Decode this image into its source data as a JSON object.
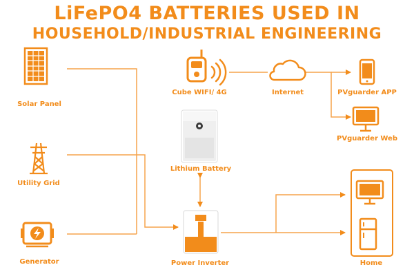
{
  "title": {
    "line1": "LiFePO4 BATTERIES USED IN",
    "line2": "HOUSEHOLD/INDUSTRIAL ENGINEERING"
  },
  "nodes": {
    "solar_panel": "Solar Panel",
    "utility_grid": "Utility Grid",
    "generator": "Generator",
    "cube_wifi": "Cube WIFI/ 4G",
    "lithium_battery": "Lithium Battery",
    "power_inverter": "Power Inverter",
    "internet": "Internet",
    "pvguarder_app": "PVguarder APP",
    "pvguarder_web": "PVguarder Web",
    "home": "Home"
  },
  "colors": {
    "accent": "#f28c1b",
    "line": "#f5a34b",
    "unit_gray": "#e6e6e6"
  }
}
